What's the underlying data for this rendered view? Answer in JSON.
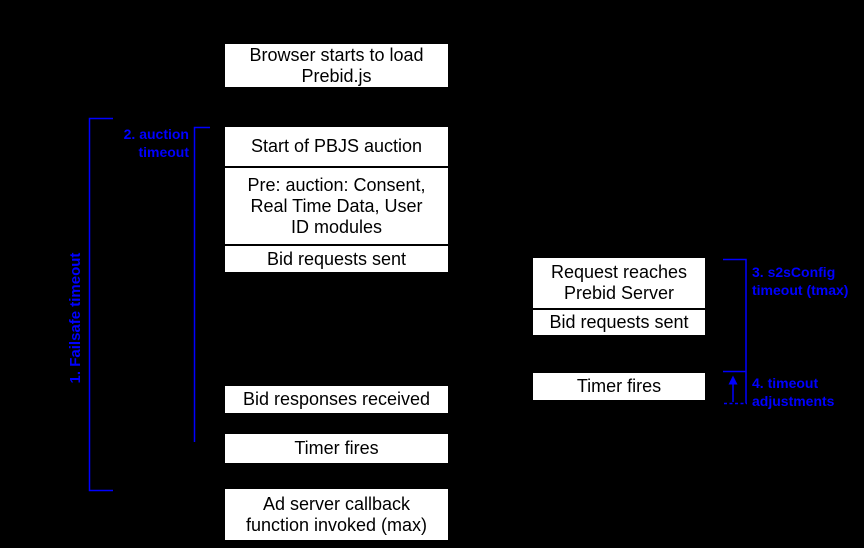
{
  "colors": {
    "background": "#000000",
    "box_background": "#ffffff",
    "box_text": "#000000",
    "accent_blue": "#0000ff"
  },
  "boxes": {
    "browser_load": "Browser starts to load\nPrebid.js",
    "start_auction": "Start of PBJS auction",
    "pre_auction": "Pre: auction: Consent,\nReal Time Data, User\nID modules",
    "bid_requests_sent_left": "Bid requests sent",
    "bid_responses_received": "Bid responses received",
    "timer_fires_left": "Timer fires",
    "ad_server_callback": "Ad server callback\nfunction invoked (max)",
    "request_reaches_server": "Request reaches\nPrebid Server",
    "bid_requests_sent_right": "Bid requests sent",
    "timer_fires_right": "Timer fires"
  },
  "annotations": {
    "failsafe_timeout": "1. Failsafe timeout",
    "auction_timeout": "2. auction\ntimeout",
    "s2s_timeout": "3. s2sConfig\ntimeout (tmax)",
    "timeout_adjustments": "4. timeout\nadjustments"
  }
}
